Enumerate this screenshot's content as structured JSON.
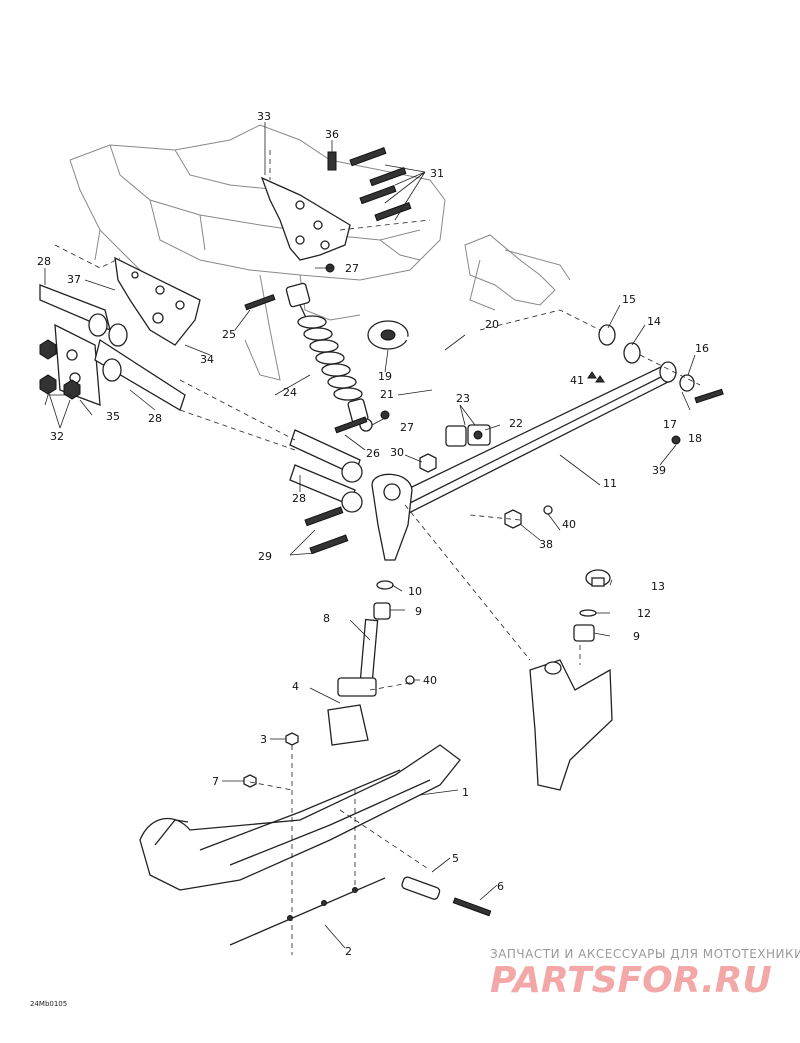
{
  "diagram": {
    "drawing_code": "24Mb0105",
    "watermark": {
      "subtitle": "ЗАПЧАСТИ И АКСЕССУАРЫ ДЛЯ МОТОТЕХНИКИ",
      "logo": "PARTSFOR.RU"
    },
    "callouts": [
      {
        "id": "c1",
        "label": "1"
      },
      {
        "id": "c2",
        "label": "2"
      },
      {
        "id": "c3",
        "label": "3"
      },
      {
        "id": "c4",
        "label": "4"
      },
      {
        "id": "c5",
        "label": "5"
      },
      {
        "id": "c6",
        "label": "6"
      },
      {
        "id": "c7",
        "label": "7"
      },
      {
        "id": "c8",
        "label": "8"
      },
      {
        "id": "c9a",
        "label": "9"
      },
      {
        "id": "c9b",
        "label": "9"
      },
      {
        "id": "c10",
        "label": "10"
      },
      {
        "id": "c11",
        "label": "11"
      },
      {
        "id": "c12",
        "label": "12"
      },
      {
        "id": "c13",
        "label": "13"
      },
      {
        "id": "c14",
        "label": "14"
      },
      {
        "id": "c15",
        "label": "15"
      },
      {
        "id": "c16",
        "label": "16"
      },
      {
        "id": "c17",
        "label": "17"
      },
      {
        "id": "c18",
        "label": "18"
      },
      {
        "id": "c19",
        "label": "19"
      },
      {
        "id": "c20",
        "label": "20"
      },
      {
        "id": "c21",
        "label": "21"
      },
      {
        "id": "c22",
        "label": "22"
      },
      {
        "id": "c23",
        "label": "23"
      },
      {
        "id": "c24",
        "label": "24"
      },
      {
        "id": "c25",
        "label": "25"
      },
      {
        "id": "c26",
        "label": "26"
      },
      {
        "id": "c27a",
        "label": "27"
      },
      {
        "id": "c27b",
        "label": "27"
      },
      {
        "id": "c28a",
        "label": "28"
      },
      {
        "id": "c28b",
        "label": "28"
      },
      {
        "id": "c28c",
        "label": "28"
      },
      {
        "id": "c29",
        "label": "29"
      },
      {
        "id": "c30",
        "label": "30"
      },
      {
        "id": "c31",
        "label": "31"
      },
      {
        "id": "c32",
        "label": "32"
      },
      {
        "id": "c33",
        "label": "33"
      },
      {
        "id": "c34",
        "label": "34"
      },
      {
        "id": "c35",
        "label": "35"
      },
      {
        "id": "c36",
        "label": "36"
      },
      {
        "id": "c37",
        "label": "37"
      },
      {
        "id": "c38",
        "label": "38"
      },
      {
        "id": "c39",
        "label": "39"
      },
      {
        "id": "c40a",
        "label": "40"
      },
      {
        "id": "c40b",
        "label": "40"
      },
      {
        "id": "c41",
        "label": "41"
      }
    ]
  }
}
